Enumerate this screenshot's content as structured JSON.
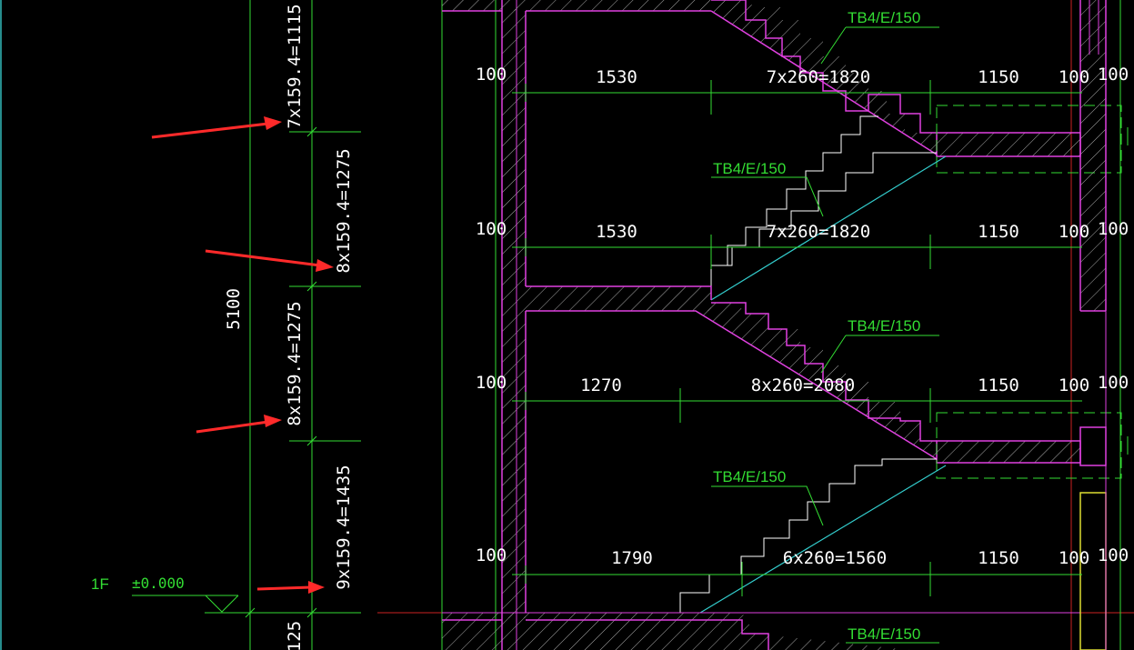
{
  "level": {
    "name": "1F",
    "elevation": "±0.000"
  },
  "vertical_dims": {
    "total": "5100",
    "segments": [
      "7x159.4=1115",
      "8x159.4=1275",
      "8x159.4=1275",
      "9x159.4=1435"
    ],
    "bottom": "125"
  },
  "stair_labels": [
    "TB4/E/150",
    "TB4/E/150",
    "TB4/E/150",
    "TB4/E/150",
    "TB4/E/150"
  ],
  "flights": [
    {
      "wall": "100",
      "landing": "1530",
      "run": "7x260=1820",
      "platform": "1150",
      "end": "100",
      "end2": "100"
    },
    {
      "wall": "100",
      "landing": "1530",
      "run": "7x260=1820",
      "platform": "1150",
      "end": "100",
      "end2": "100"
    },
    {
      "wall": "100",
      "landing": "1270",
      "run": "8x260=2080",
      "platform": "1150",
      "end": "100",
      "end2": "100"
    },
    {
      "wall": "100",
      "landing": "1790",
      "run": "6x260=1560",
      "platform": "1150",
      "end": "100",
      "end2": "100"
    }
  ],
  "colors": {
    "background": "#000000",
    "dimension": "#33dd33",
    "text": "#ffffff",
    "outline": "#e040e0",
    "axis": "#cc2222",
    "stair_line": "#33cccc",
    "arrow": "#ff2a2a",
    "hatch": "#bbbbbb",
    "column": "#dddd33"
  }
}
